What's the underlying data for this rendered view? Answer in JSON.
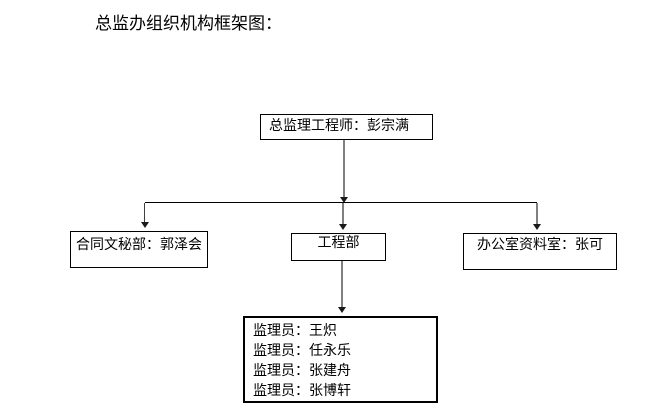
{
  "page": {
    "title": "总监办组织机构框架图："
  },
  "org_chart": {
    "root": {
      "label": "总监理工程师：彭宗满"
    },
    "departments": [
      {
        "id": "contract-secretary",
        "label": "合同文秘部：郭泽会"
      },
      {
        "id": "engineering",
        "label": "工程部"
      },
      {
        "id": "office-archives",
        "label": "办公室资料室：张可"
      }
    ],
    "supervisors": [
      "监理员：王炽",
      "监理员：任永乐",
      "监理员：张建舟",
      "监理员：张博轩"
    ]
  },
  "colors": {
    "background": "#ffffff",
    "box_border": "#000000",
    "text": "#000000",
    "connector_gray": "#7f7f7f",
    "connector_dark": "#404040",
    "arrowhead": "#1a1a1a"
  }
}
